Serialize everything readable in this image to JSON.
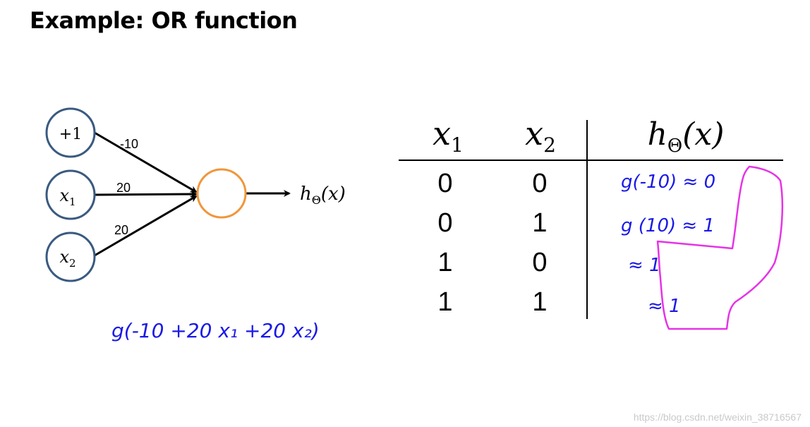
{
  "title": "Example: OR function",
  "network": {
    "nodes": [
      {
        "label": "+1",
        "type": "bias"
      },
      {
        "label": "x",
        "sub": "1",
        "type": "input"
      },
      {
        "label": "x",
        "sub": "2",
        "type": "input"
      }
    ],
    "weights": [
      "-10",
      "20",
      "20"
    ],
    "output_label": {
      "base": "h",
      "sub": "Θ",
      "arg": "(x)"
    },
    "colors": {
      "input_stroke": "#3a5a80",
      "output_stroke": "#f0963c"
    },
    "handwritten_formula": "g(-10 +20 x₁ +20 x₂)"
  },
  "truth_table": {
    "headers": [
      {
        "base": "x",
        "sub": "1"
      },
      {
        "base": "x",
        "sub": "2"
      },
      {
        "base": "h",
        "sub": "Θ",
        "arg": "(x)"
      }
    ],
    "rows": [
      {
        "x1": "0",
        "x2": "0",
        "note": "g(-10) ≈ 0"
      },
      {
        "x1": "0",
        "x2": "1",
        "note": "g (10) ≈ 1"
      },
      {
        "x1": "1",
        "x2": "0",
        "note": "≈ 1"
      },
      {
        "x1": "1",
        "x2": "1",
        "note": "≈ 1"
      }
    ],
    "colors": {
      "handwriting": "#1a1ae6",
      "highlight": "#e633e6"
    }
  },
  "watermark": "https://blog.csdn.net/weixin_38716567"
}
